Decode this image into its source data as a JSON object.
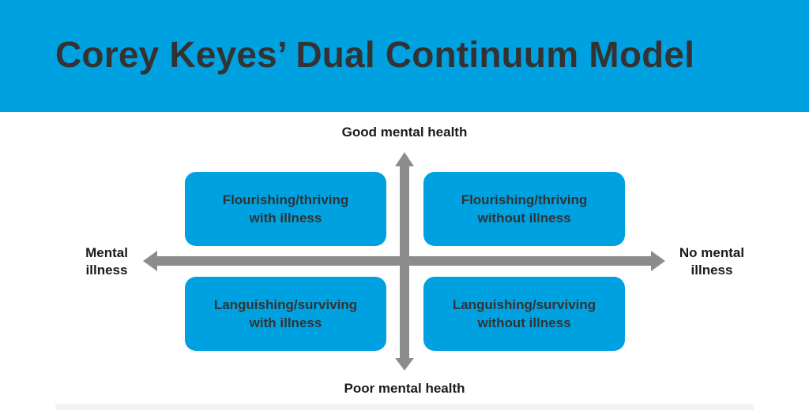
{
  "title": "Corey Keyes’ Dual Continuum Model",
  "axes": {
    "top": "Good mental health",
    "bottom": "Poor mental health",
    "left": [
      "Mental",
      "illness"
    ],
    "right": [
      "No mental",
      "illness"
    ]
  },
  "quadrants": {
    "top_left": [
      "Flourishing/thriving",
      "with illness"
    ],
    "top_right": [
      "Flourishing/thriving",
      "without illness"
    ],
    "bottom_left": [
      "Languishing/surviving",
      "with illness"
    ],
    "bottom_right": [
      "Languishing/surviving",
      "without illness"
    ]
  },
  "colors": {
    "header": "#00a1e0",
    "quadrant_fill": "#00a1e0",
    "arrow": "#8c8c8c",
    "title_text": "#333333"
  }
}
